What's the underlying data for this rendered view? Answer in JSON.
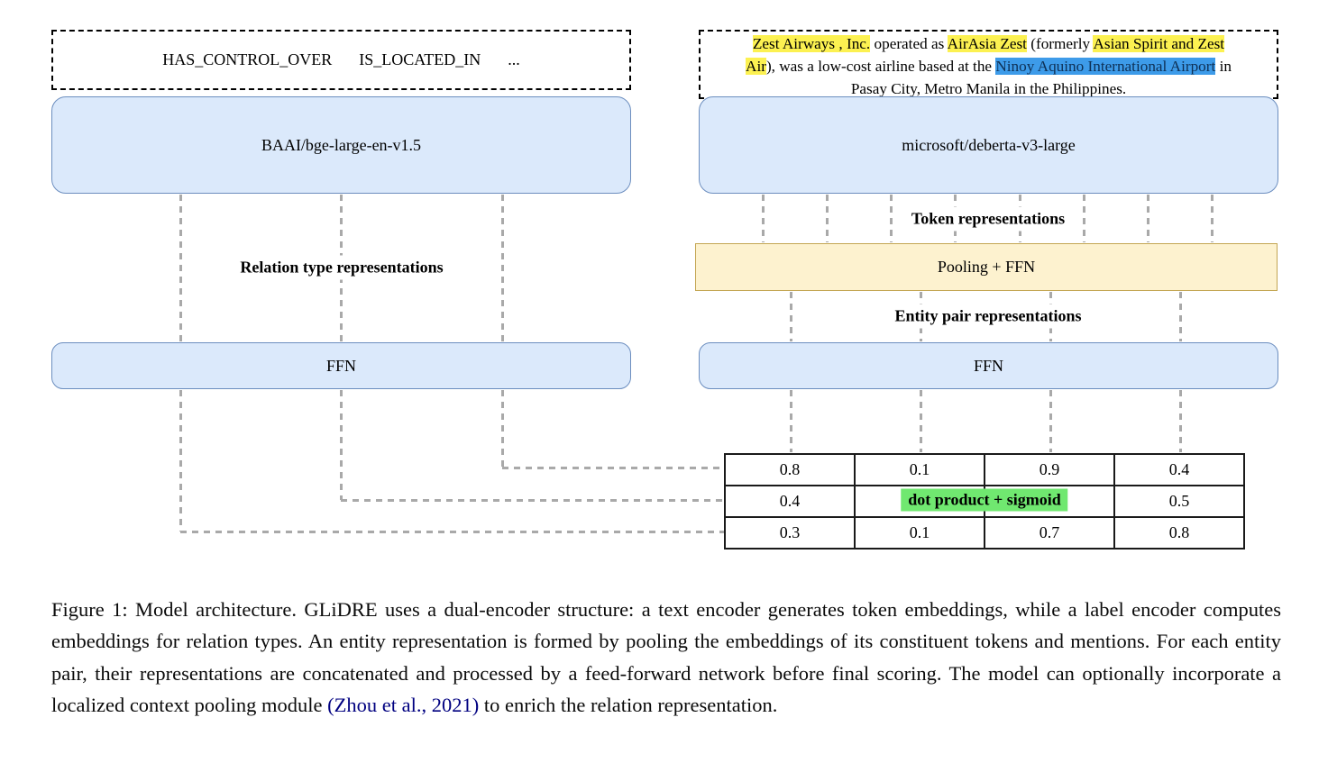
{
  "figure": {
    "relation_labels": [
      "HAS_CONTROL_OVER",
      "IS_LOCATED_IN",
      "..."
    ],
    "sentence": {
      "segments": [
        {
          "t": "Zest Airways , Inc.",
          "h": "yellow"
        },
        {
          "t": " operated as "
        },
        {
          "t": "AirAsia Zest",
          "h": "yellow"
        },
        {
          "t": " (formerly "
        },
        {
          "t": "Asian Spirit and Zest",
          "h": "yellow"
        },
        {
          "br": true
        },
        {
          "t": "Air",
          "h": "yellow"
        },
        {
          "t": "), was a low-cost airline based at the "
        },
        {
          "t": "Ninoy Aquino International Airport",
          "h": "blue"
        },
        {
          "t": " in"
        },
        {
          "br": true
        },
        {
          "t": "Pasay City, Metro Manila in the Philippines."
        }
      ]
    },
    "label_encoder": "BAAI/bge-large-en-v1.5",
    "text_encoder": "microsoft/deberta-v3-large",
    "token_repr_label": "Token representations",
    "pooling_box_label": "Pooling + FFN",
    "entity_repr_label": "Entity pair representations",
    "relation_repr_label": "Relation type representations",
    "ffn_left_label": "FFN",
    "ffn_right_label": "FFN",
    "dot_product_label": "dot product + sigmoid",
    "score_table": {
      "rows": [
        [
          "0.8",
          "0.1",
          "0.9",
          "0.4"
        ],
        [
          "0.4",
          "",
          "",
          "0.5"
        ],
        [
          "0.3",
          "0.1",
          "0.7",
          "0.8"
        ]
      ]
    }
  },
  "caption": {
    "segments": [
      {
        "t": "Figure 1: Model architecture. GLiDRE uses a dual-encoder structure: a text encoder generates token embeddings, while a label encoder computes embeddings for relation types. An entity representation is formed by pooling the embeddings of its constituent tokens and mentions. For each entity pair, their representations are concatenated and processed by a feed-forward network before final scoring. The model can optionally incorporate a localized context pooling module "
      },
      {
        "t": "(Zhou et al., 2021)",
        "link": true
      },
      {
        "t": " to enrich the relation representation."
      }
    ]
  },
  "colors": {
    "encoder_box_fill": "#dbe9fb",
    "encoder_box_border": "#6c8ebf",
    "pooling_box_fill": "#fdf2cf",
    "pooling_box_border": "#c3a653",
    "highlight_yellow": "#fcf151",
    "highlight_blue": "#3d9be9",
    "highlight_green": "#70e870",
    "citation_link": "#000080",
    "connector_gray": "#a9a9a9"
  }
}
